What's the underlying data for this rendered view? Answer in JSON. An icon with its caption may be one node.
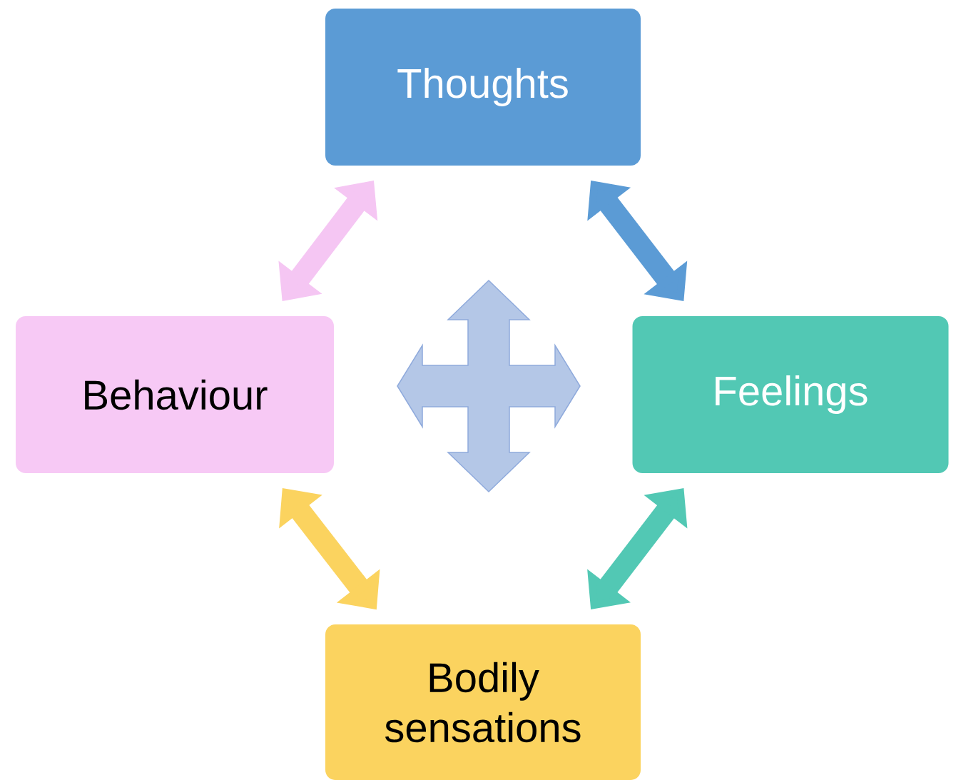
{
  "diagram": {
    "nodes": [
      {
        "text": [
          "Thoughts"
        ]
      },
      {
        "text": [
          "Behaviour"
        ]
      },
      {
        "text": [
          "Feelings"
        ]
      },
      {
        "text": [
          "Bodily sensations"
        ]
      }
    ],
    "edges": [
      {
        "from": 0,
        "to": 1,
        "arrow": "both",
        "color": "#f5c6f3"
      },
      {
        "from": 0,
        "to": 2,
        "arrow": "both",
        "color": "#5b9bd5"
      },
      {
        "from": 1,
        "to": 3,
        "arrow": "both",
        "color": "#fbd35f"
      },
      {
        "from": 2,
        "to": 3,
        "arrow": "both",
        "color": "#52c8b4"
      }
    ]
  }
}
